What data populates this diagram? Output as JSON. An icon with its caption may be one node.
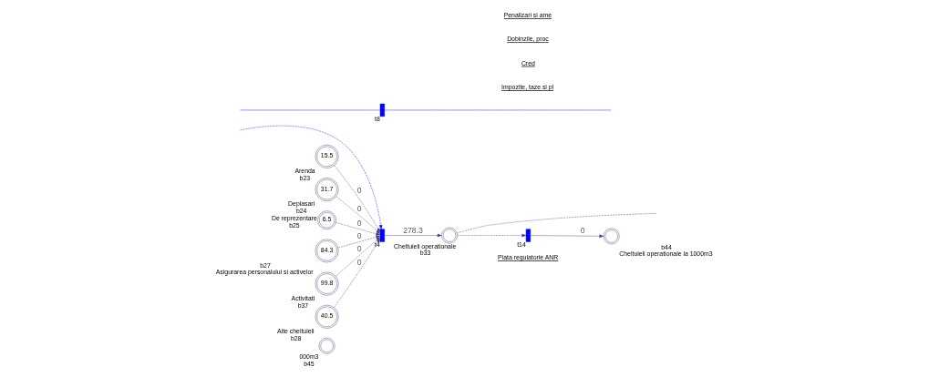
{
  "diagram": {
    "nodes": [
      {
        "text": [
          "15.5"
        ],
        "beside": [
          "Arenda",
          "b23"
        ]
      },
      {
        "text": [
          "31.7"
        ],
        "beside": [
          "Deplasari",
          "b24"
        ]
      },
      {
        "text": [
          "6.5"
        ],
        "beside": [
          "De reprezentare",
          "b25"
        ]
      },
      {
        "text": [
          "84.3"
        ],
        "beside": [
          "b27",
          "Asigurarea personalului si activelor"
        ]
      },
      {
        "text": [
          "99.8"
        ],
        "beside": [
          "Activitati",
          "b37"
        ]
      },
      {
        "text": [
          "40.5"
        ],
        "beside": [
          "Alte cheltuieli",
          "b28"
        ]
      },
      {
        "text": [],
        "shape": "bar",
        "beside": [
          "t4"
        ]
      },
      {
        "text": [],
        "shape": "circle",
        "beside": [
          "Cheltuieli operationale",
          "b33"
        ]
      },
      {
        "text": [],
        "shape": "bar",
        "beside": [
          "t14"
        ]
      },
      {
        "text": [],
        "shape": "circle",
        "beside": [
          "b44",
          "Cheltuieli operationale la 1000m3"
        ]
      },
      {
        "text": [],
        "shape": "circle",
        "beside": [
          "000m3",
          "b45"
        ]
      },
      {
        "text": [],
        "shape": "bar",
        "beside": [
          "t8"
        ]
      }
    ],
    "edges": [
      {
        "from": 0,
        "to": 6,
        "arrow": "to",
        "style": "dashed",
        "label": "0"
      },
      {
        "from": 1,
        "to": 6,
        "arrow": "to",
        "style": "dashed",
        "label": "0"
      },
      {
        "from": 2,
        "to": 6,
        "arrow": "to",
        "style": "dashed",
        "label": "0"
      },
      {
        "from": 3,
        "to": 6,
        "arrow": "to",
        "style": "dashed",
        "label": "0"
      },
      {
        "from": 4,
        "to": 6,
        "arrow": "to",
        "style": "dashed",
        "label": "0"
      },
      {
        "from": 5,
        "to": 6,
        "arrow": "to",
        "style": "dashed",
        "label": "0"
      },
      {
        "from": null,
        "to": 6,
        "arrow": "to",
        "style": "dashed",
        "color": "#0000ff"
      },
      {
        "from": 6,
        "to": 7,
        "arrow": "to",
        "label": "278.3"
      },
      {
        "from": 7,
        "to": 8,
        "arrow": "to",
        "style": "dashed"
      },
      {
        "from": 8,
        "to": 9,
        "arrow": "to",
        "label": "0"
      },
      {
        "from": 7,
        "to": null,
        "arrow": "none",
        "style": "dashed"
      },
      {
        "from": null,
        "to": 11,
        "arrow": "none",
        "color": "#0000ff"
      },
      {
        "from": 11,
        "to": null,
        "arrow": "none",
        "color": "#0000ff"
      }
    ],
    "labels": [
      "Plata regulatorie ANR",
      "Impozite, taze si pl",
      "Cred",
      "Dobinzile, proc",
      "Penalizari si ame"
    ]
  }
}
